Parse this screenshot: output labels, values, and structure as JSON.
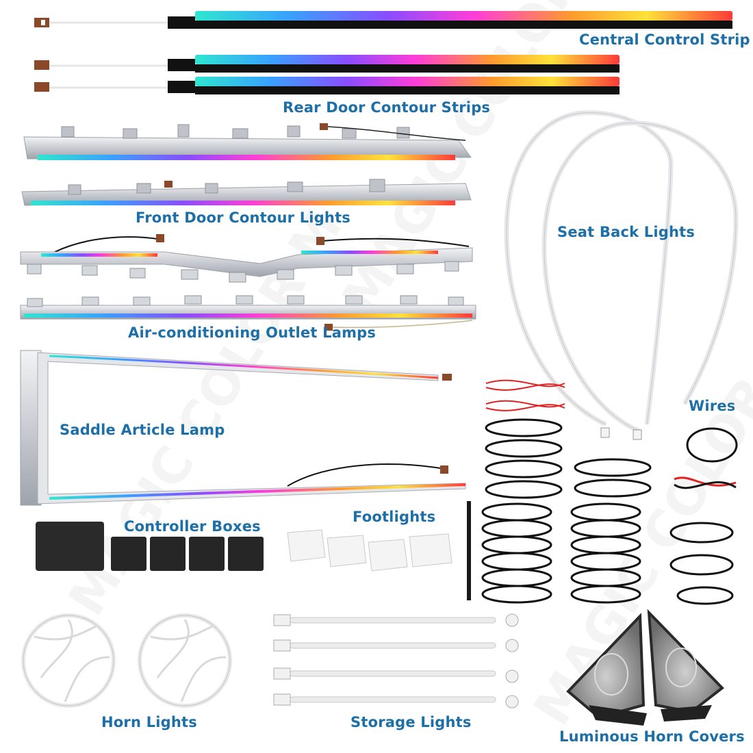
{
  "watermark": "MAGIC COLOR M",
  "colors": {
    "label": "#1d6fa8",
    "rainbow": [
      "#2ee6d0",
      "#3aa0ff",
      "#8a4dff",
      "#ff3dd8",
      "#ff9a2e",
      "#ffe23a",
      "#ff3a3a"
    ],
    "connector": "#8a4a2a",
    "chrome": "#d6d9de",
    "cable": "#1a1a1a",
    "red_wire": "#e02222"
  },
  "labels": {
    "central_control_strip": "Central Control Strip",
    "rear_door_contour_strips": "Rear Door Contour Strips",
    "front_door_contour_lights": "Front Door Contour Lights",
    "seat_back_lights": "Seat Back Lights",
    "air_conditioning_outlet_lamps": "Air-conditioning Outlet Lamps",
    "saddle_article_lamp": "Saddle Article Lamp",
    "wires": "Wires",
    "controller_boxes": "Controller Boxes",
    "footlights": "Footlights",
    "horn_lights": "Horn Lights",
    "storage_lights": "Storage Lights",
    "luminous_horn_covers": "Luminous Horn Covers"
  }
}
